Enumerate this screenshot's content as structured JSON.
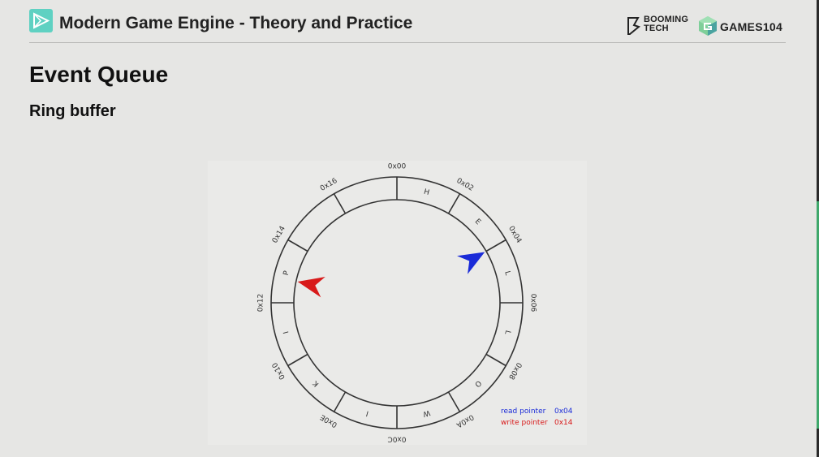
{
  "header": {
    "course_title": "Modern Game Engine - Theory and Practice",
    "brand_booming": [
      "BOOMING",
      "TECH"
    ],
    "brand_games": "GAMES104"
  },
  "slide": {
    "title": "Event Queue",
    "subtitle": "Ring buffer"
  },
  "ring": {
    "addresses": [
      "0x00",
      "0x02",
      "0x04",
      "0x06",
      "0x08",
      "0x0A",
      "0x0C",
      "0x0E",
      "0x10",
      "0x12",
      "0x14",
      "0x16"
    ],
    "slots": [
      "H",
      "E",
      "L",
      "L",
      "O",
      "W",
      "I",
      "K",
      "I",
      "P",
      "",
      ""
    ],
    "read_pointer_index": 2,
    "write_pointer_index": 10
  },
  "legend": {
    "read_label": "read pointer",
    "read_value": "0x04",
    "write_label": "write pointer",
    "write_value": "0x14"
  },
  "colors": {
    "read": "#1a2bd8",
    "write": "#d81a1a",
    "accent": "#5fd1c2"
  },
  "icons": [
    "play-logo-icon",
    "booming-tech-logo-icon",
    "games104-logo-icon"
  ]
}
